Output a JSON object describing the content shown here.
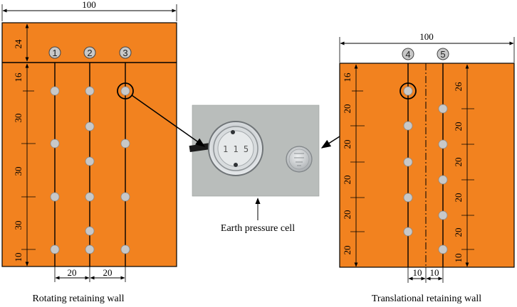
{
  "colors": {
    "wall_fill": "#F2821F",
    "cell_fill": "#C8C8C8",
    "photo_bg": "#B9BDBB"
  },
  "left_panel": {
    "top_width_label": "100",
    "header_height_label": "24",
    "column_numbers": [
      "1",
      "2",
      "3"
    ],
    "vertical_dims": [
      "16",
      "30",
      "30",
      "30",
      "10"
    ],
    "bottom_dims": [
      "20",
      "20"
    ],
    "caption": "Rotating retaining wall"
  },
  "right_panel": {
    "top_width_label": "100",
    "column_numbers": [
      "4",
      "5"
    ],
    "left_vertical_dims": [
      "16",
      "20",
      "20",
      "20",
      "20",
      "20"
    ],
    "right_vertical_dims": [
      "26",
      "20",
      "20",
      "20",
      "20",
      "10"
    ],
    "bottom_dims": [
      "10",
      "10"
    ],
    "caption": "Translational retaining wall"
  },
  "photo": {
    "cell_marking": "1 1 5",
    "caption": "Earth pressure cell"
  }
}
